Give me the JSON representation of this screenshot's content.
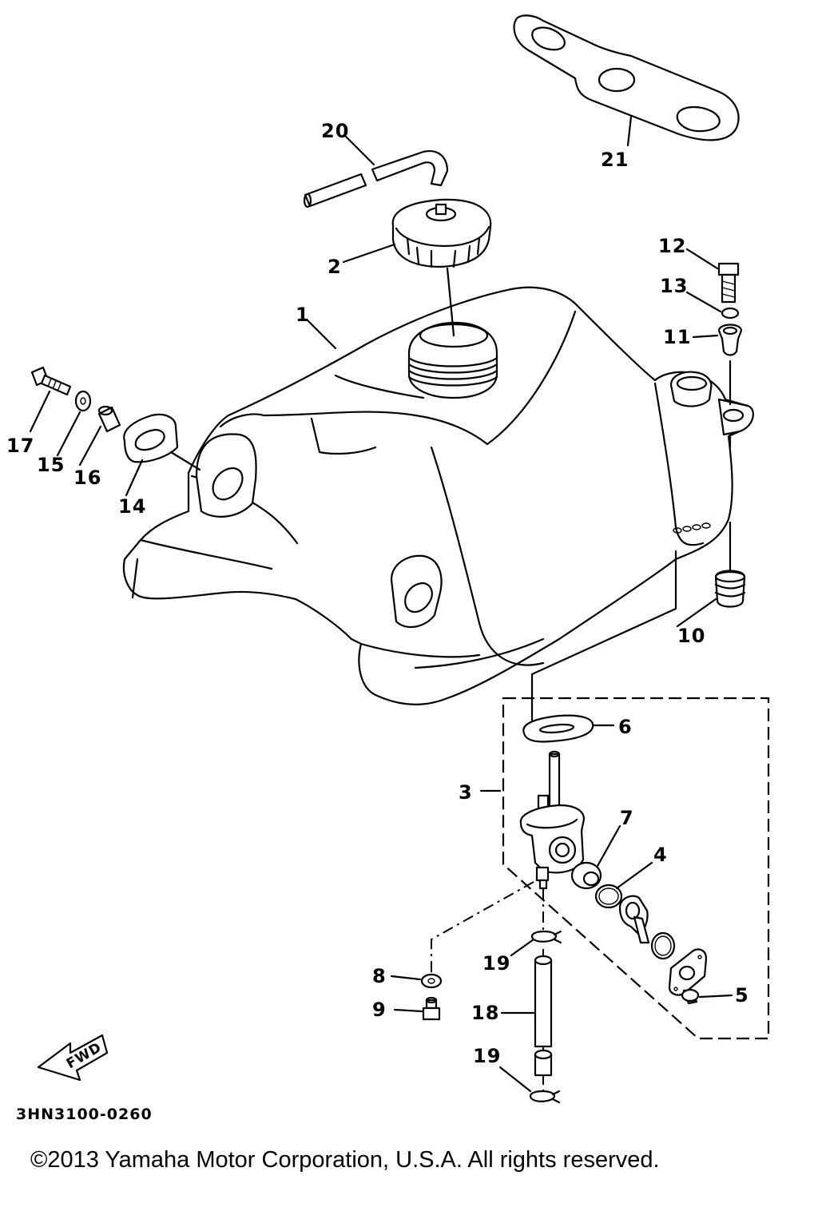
{
  "diagram": {
    "drawing_code": "3HN3100-0260",
    "copyright": "©2013 Yamaha Motor Corporation, U.S.A. All rights reserved.",
    "direction_badge": "FWD",
    "callouts": [
      {
        "id": "1",
        "label": "1"
      },
      {
        "id": "2",
        "label": "2"
      },
      {
        "id": "3",
        "label": "3"
      },
      {
        "id": "4",
        "label": "4"
      },
      {
        "id": "5",
        "label": "5"
      },
      {
        "id": "6",
        "label": "6"
      },
      {
        "id": "7",
        "label": "7"
      },
      {
        "id": "8",
        "label": "8"
      },
      {
        "id": "9",
        "label": "9"
      },
      {
        "id": "10",
        "label": "10"
      },
      {
        "id": "11",
        "label": "11"
      },
      {
        "id": "12",
        "label": "12"
      },
      {
        "id": "13",
        "label": "13"
      },
      {
        "id": "14",
        "label": "14"
      },
      {
        "id": "15",
        "label": "15"
      },
      {
        "id": "16",
        "label": "16"
      },
      {
        "id": "17",
        "label": "17"
      },
      {
        "id": "18",
        "label": "18"
      },
      {
        "id": "19a",
        "label": "19"
      },
      {
        "id": "19b",
        "label": "19"
      },
      {
        "id": "20",
        "label": "20"
      },
      {
        "id": "21",
        "label": "21"
      }
    ]
  }
}
